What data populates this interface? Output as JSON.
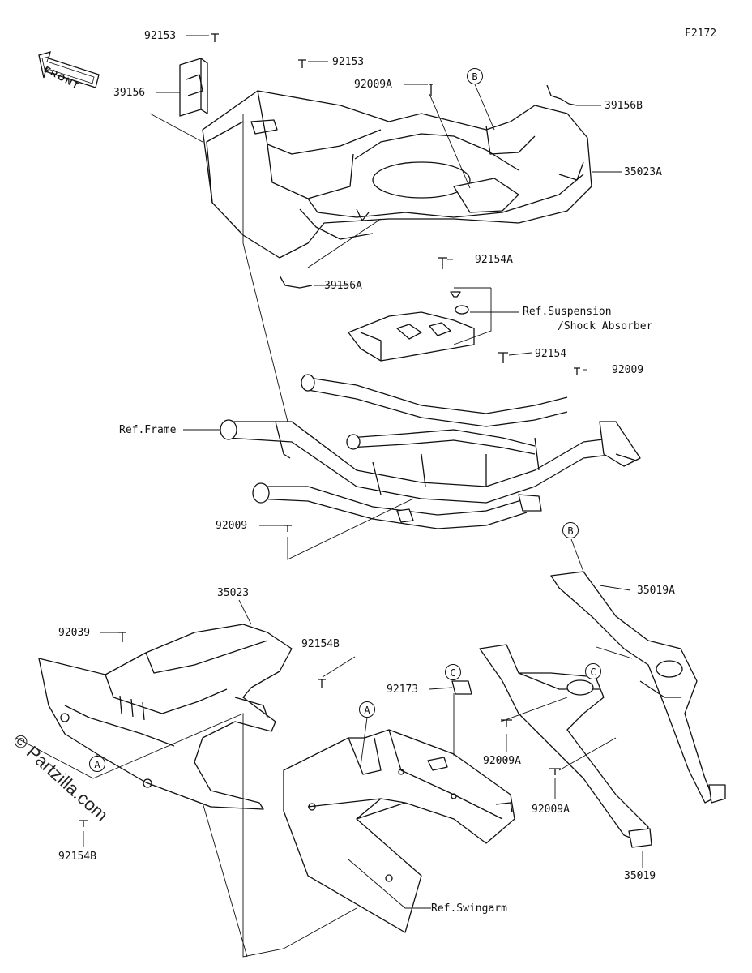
{
  "figure_code": "F2172",
  "front_label": "FRONT",
  "watermark": "© Partzilla.com",
  "parts": [
    {
      "id": "p-92153-top",
      "number": "92153"
    },
    {
      "id": "p-92153",
      "number": "92153"
    },
    {
      "id": "p-39156",
      "number": "39156"
    },
    {
      "id": "p-92009A-top",
      "number": "92009A"
    },
    {
      "id": "p-39156B",
      "number": "39156B"
    },
    {
      "id": "p-35023A",
      "number": "35023A"
    },
    {
      "id": "p-92154A",
      "number": "92154A"
    },
    {
      "id": "p-39156A",
      "number": "39156A"
    },
    {
      "id": "p-ref-suspension",
      "number": "Ref.Suspension"
    },
    {
      "id": "p-shock-absorber",
      "number": "/Shock Absorber"
    },
    {
      "id": "p-92154",
      "number": "92154"
    },
    {
      "id": "p-92009-right",
      "number": "92009"
    },
    {
      "id": "p-ref-frame",
      "number": "Ref.Frame"
    },
    {
      "id": "p-92009-left",
      "number": "92009"
    },
    {
      "id": "p-35023",
      "number": "35023"
    },
    {
      "id": "p-35019A",
      "number": "35019A"
    },
    {
      "id": "p-92039",
      "number": "92039"
    },
    {
      "id": "p-92154B-right",
      "number": "92154B"
    },
    {
      "id": "p-92173",
      "number": "92173"
    },
    {
      "id": "p-92009A-mid",
      "number": "92009A"
    },
    {
      "id": "p-92009A-low",
      "number": "92009A"
    },
    {
      "id": "p-92154B-left",
      "number": "92154B"
    },
    {
      "id": "p-35019",
      "number": "35019"
    },
    {
      "id": "p-ref-swingarm",
      "number": "Ref.Swingarm"
    }
  ],
  "callouts": [
    "B",
    "B",
    "C",
    "C",
    "A",
    "A"
  ]
}
